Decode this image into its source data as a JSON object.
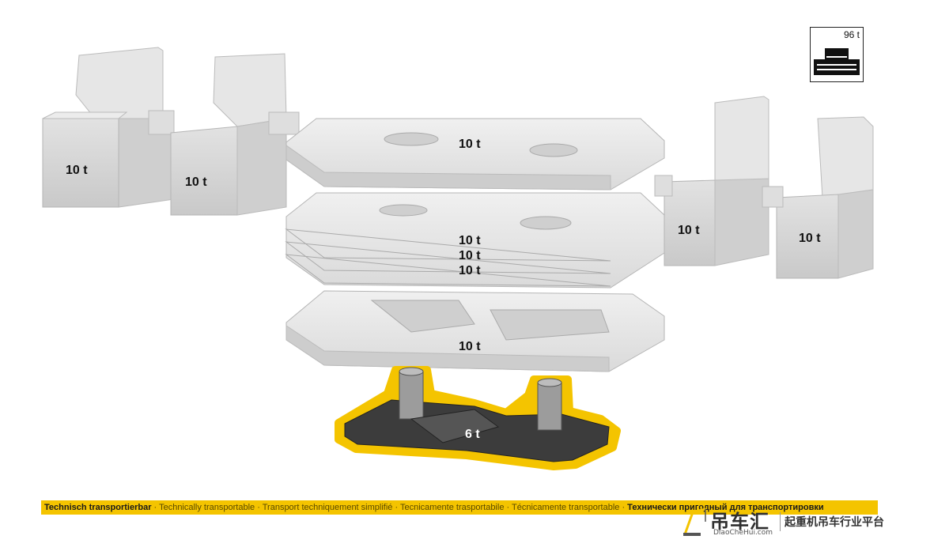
{
  "capacity": {
    "label": "96 t"
  },
  "weights": {
    "counterweight_block_1": "10 t",
    "counterweight_block_2": "10 t",
    "counterweight_block_3": "10 t",
    "counterweight_block_4": "10 t",
    "top_plate": "10 t",
    "stack_plate_1": "10 t",
    "stack_plate_2": "10 t",
    "stack_plate_3": "10 t",
    "base_frame": "10 t",
    "base_carrier": "6 t"
  },
  "footer": {
    "lead": "Technisch transportierbar",
    "items": [
      "Technically transportable",
      "Transport techniquement simplifié",
      "Tecnicamente trasportabile",
      "Técnicamente transportable",
      "Технически пригодный для транспортировки"
    ],
    "separator": " · "
  },
  "watermark": {
    "brand": "吊车汇",
    "url": "DiaoCheHui.com",
    "slogan": "起重机吊车行业平台"
  },
  "colors": {
    "part_fill": "#dcdcdc",
    "part_edge": "#b5b5b5",
    "base_fill": "#3c3c3c",
    "highlight": "#f4c400"
  }
}
